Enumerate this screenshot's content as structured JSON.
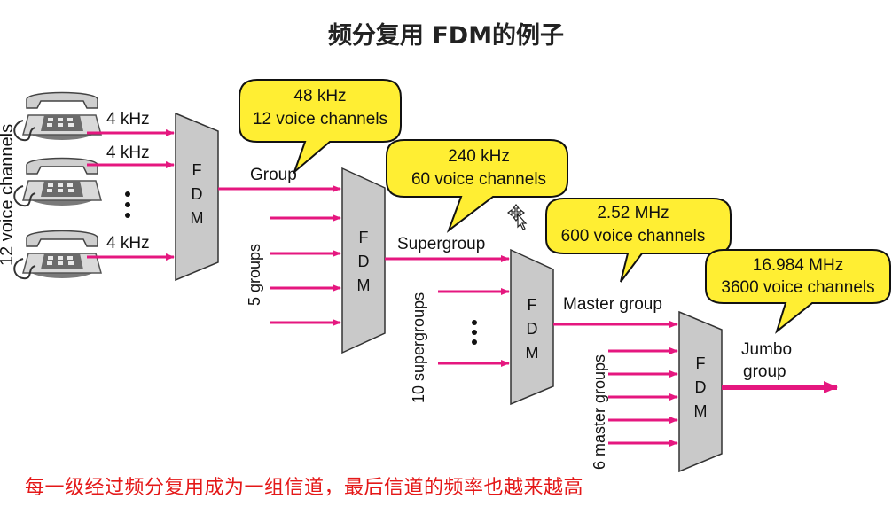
{
  "title": "频分复用 FDM的例子",
  "caption": "每一级经过频分复用成为一组信道，最后信道的频率也越来越高",
  "colors": {
    "arrow": "#e5177f",
    "fdm_fill": "#c9c9c9",
    "callout_fill": "#ffee33",
    "caption": "#e41818"
  },
  "left_label": "12 voice channels",
  "inputs": [
    {
      "label": "4 kHz"
    },
    {
      "label": "4 kHz"
    },
    {
      "label": "4 kHz"
    }
  ],
  "fdm_label": "F D M",
  "fdm_letters": [
    "F",
    "D",
    "M"
  ],
  "stages": [
    {
      "output_label": "Group",
      "input_label": "5 groups",
      "callout": {
        "line1": "48 kHz",
        "line2": "12 voice channels"
      }
    },
    {
      "output_label": "Supergroup",
      "input_label": "10 supergroups",
      "callout": {
        "line1": "240 kHz",
        "line2": "60 voice channels"
      }
    },
    {
      "output_label": "Master group",
      "input_label": "6 master groups",
      "callout": {
        "line1": "2.52 MHz",
        "line2": "600 voice channels"
      }
    },
    {
      "output_label_1": "Jumbo",
      "output_label_2": "group",
      "callout": {
        "line1": "16.984 MHz",
        "line2": "3600 voice channels"
      }
    }
  ],
  "icons": {
    "phone": "telephone-icon",
    "dots": "ellipsis-vertical-icon",
    "cursor": "move-cursor-icon"
  }
}
